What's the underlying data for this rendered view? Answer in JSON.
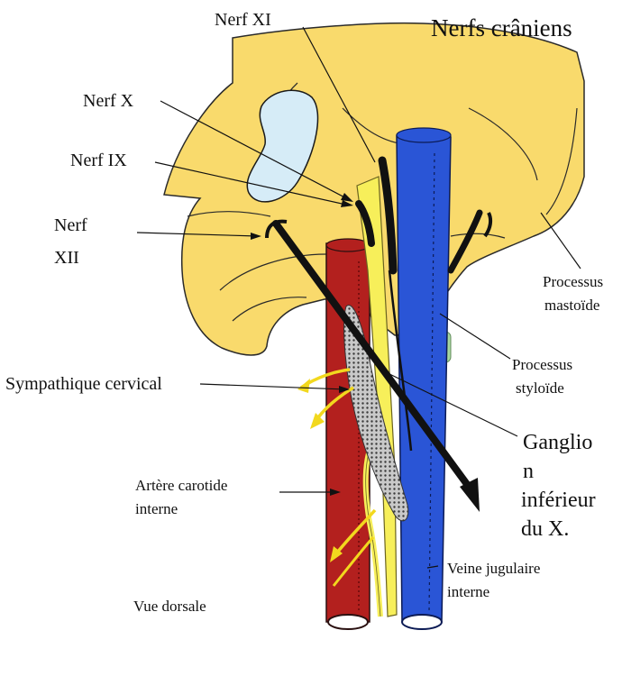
{
  "title": "Nerfs crâniens",
  "labels": {
    "nerf_xi": "Nerf XI",
    "nerf_x": "Nerf X",
    "nerf_ix": "Nerf IX",
    "nerf_xii_l1": "Nerf",
    "nerf_xii_l2": "XII",
    "processus_mastoide_l1": "Processus",
    "processus_mastoide_l2": "mastoïde",
    "processus_styloide_l1": "Processus",
    "processus_styloide_l2": "styloïde",
    "sympathique_cervical": "Sympathique cervical",
    "ganglion_l1": "Ganglio",
    "ganglion_l2": "n",
    "ganglion_l3": "inférieur",
    "ganglion_l4": "du X.",
    "artere_l1": "Artère carotide",
    "artere_l2": "interne",
    "veine_l1": "Veine jugulaire",
    "veine_l2": "interne",
    "vue": "Vue dorsale"
  },
  "colors": {
    "skull": "#F9DA6C",
    "foramen": "#D6ECF7",
    "artery": "#B3201E",
    "vein": "#2A55D6",
    "nerf_yellow": "#F7EF5A",
    "nerve_black": "#111111",
    "ganglion": "#B9B9B9",
    "styloid": "#A8D8A0"
  }
}
